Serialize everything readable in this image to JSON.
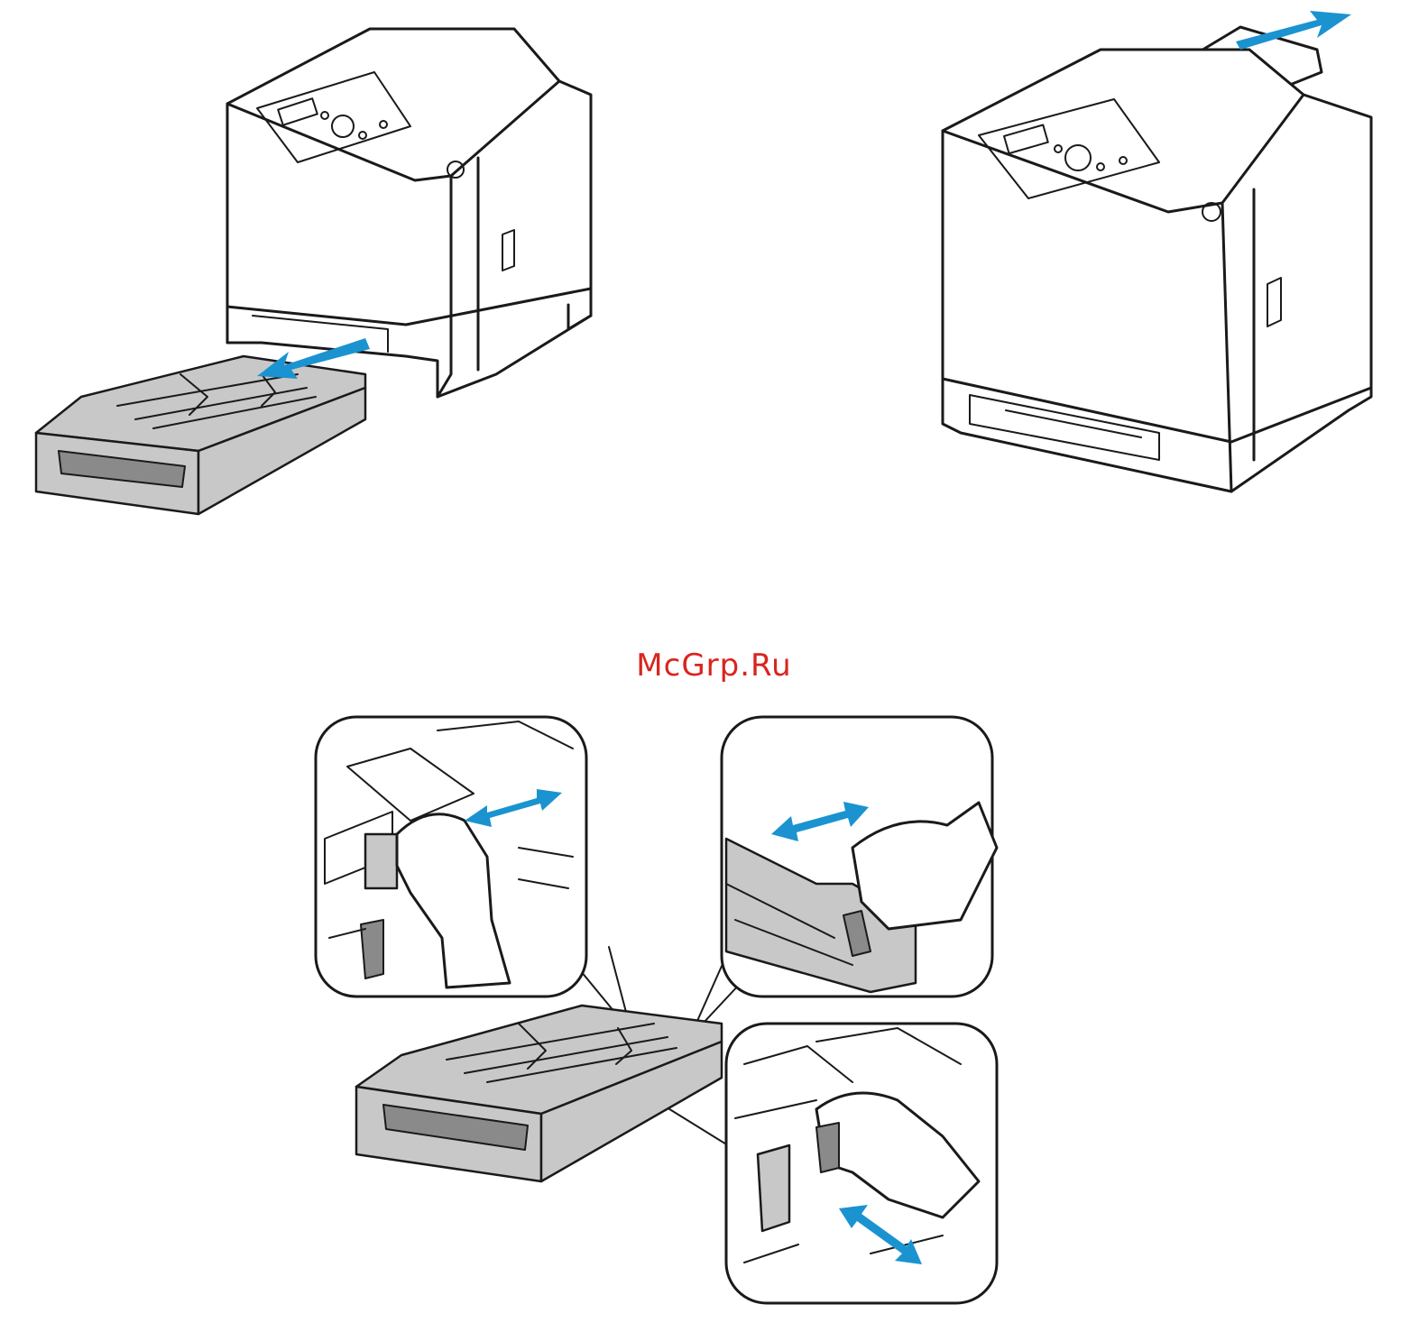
{
  "watermark": {
    "text": "McGrp.Ru",
    "color": "#d9251d"
  },
  "colors": {
    "arrow": "#1a93d0",
    "tray": "#c8c8c8",
    "outline": "#1a1a1a"
  },
  "figures": [
    {
      "id": "printer-tray-removed",
      "description_icons": [
        "printer-icon",
        "tray-icon",
        "pull-arrow-icon"
      ]
    },
    {
      "id": "printer-output-extension",
      "description_icons": [
        "printer-icon",
        "push-arrow-icon"
      ]
    },
    {
      "id": "tray-guides-adjust",
      "description_icons": [
        "tray-icon",
        "hand-icon",
        "double-arrow-icon"
      ]
    }
  ]
}
